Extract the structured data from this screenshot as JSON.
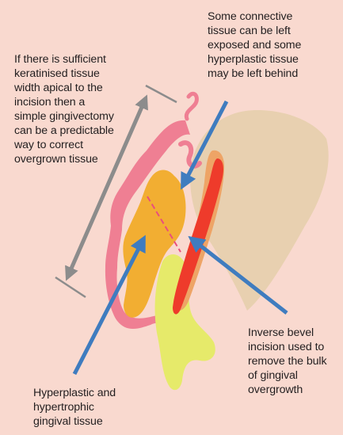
{
  "background_color": "#f9d9cf",
  "colors": {
    "gingiva_outline": "#ef7f93",
    "overgrown_tissue": "#f2ae32",
    "tooth_crown": "#e8d0b0",
    "tooth_root_layer": "#eea466",
    "pulp": "#ee3b2b",
    "bone": "#e6ea6a",
    "arrow_blue": "#3f7cbf",
    "arrow_gray": "#8c8c8c",
    "incision_line": "#ea4f7c"
  },
  "labels": {
    "gingivectomy_note": "If there is sufficient\nkeratinised tissue\nwidth apical to the\nincision then a\nsimple gingivectomy\ncan be a predictable\nway to correct\novergrown tissue",
    "connective_tissue_note": "Some connective\ntissue can be left\nexposed and some\nhyperplastic tissue\nmay be left behind",
    "inverse_bevel_note": "Inverse bevel\nincision used to\nremove the bulk\nof gingival\novergrowth",
    "hyperplastic_tissue_note": "Hyperplastic and\nhypertrophic\ngingival tissue"
  }
}
